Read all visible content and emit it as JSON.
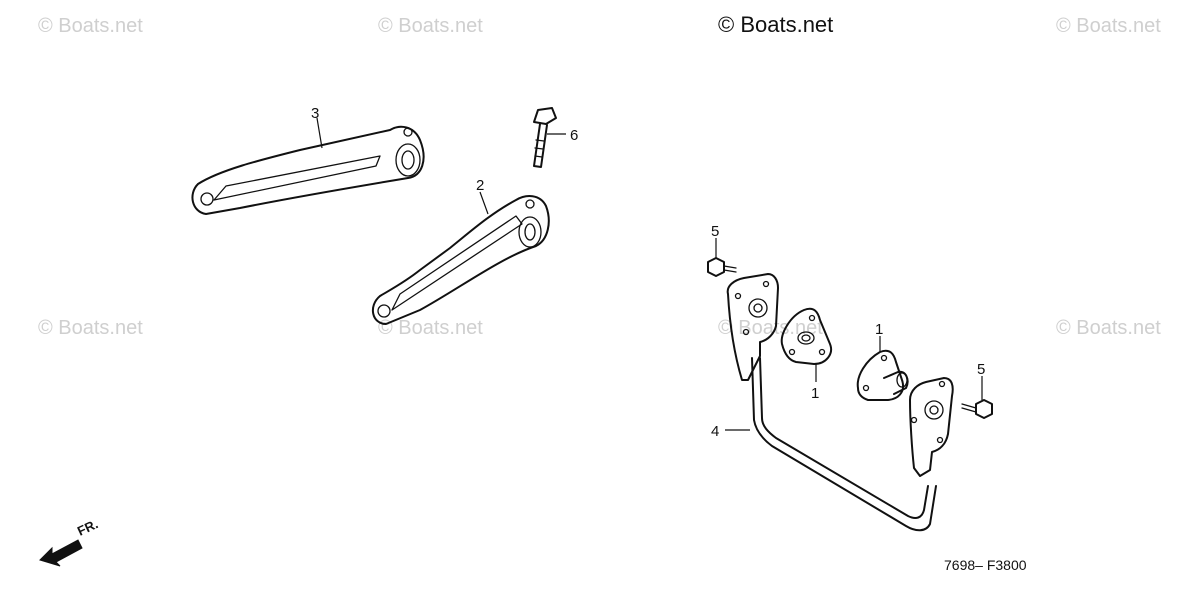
{
  "watermarks": {
    "main": "© Boats.net",
    "repeat": "© Boats.net"
  },
  "callouts": {
    "p1a": "1",
    "p1b": "1",
    "p2": "2",
    "p3": "3",
    "p4": "4",
    "p5a": "5",
    "p5b": "5",
    "p6": "6"
  },
  "direction": {
    "label": "FR."
  },
  "diagram_code": "7698– F3800"
}
